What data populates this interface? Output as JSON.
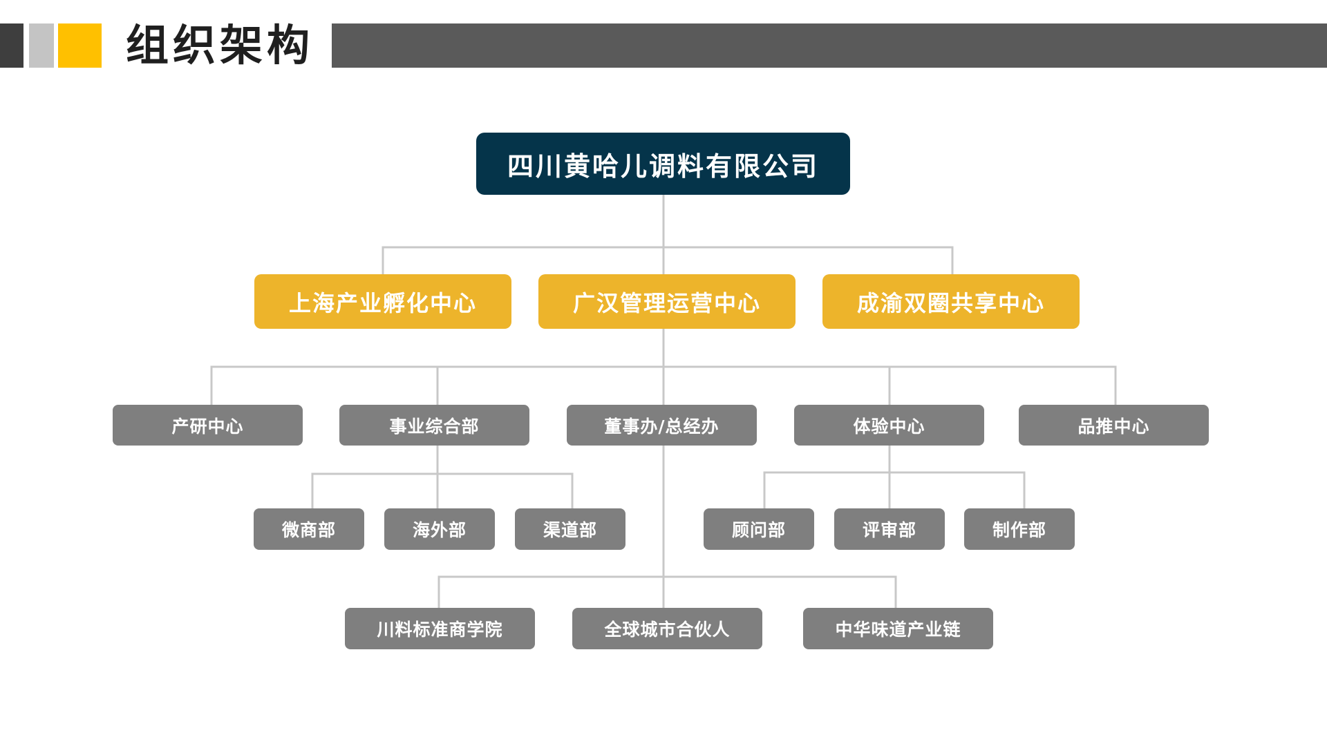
{
  "header": {
    "title": "组织架构"
  },
  "colors": {
    "root_fill": "#05344a",
    "center_fill": "#edb42b",
    "dept_fill": "#7f7f7f",
    "connector": "#c8c8c8",
    "accent": "#ffc000"
  },
  "org": {
    "root": "四川黄哈儿调料有限公司",
    "centers": [
      "上海产业孵化中心",
      "广汉管理运营中心",
      "成渝双圈共享中心"
    ],
    "departments": [
      "产研中心",
      "事业综合部",
      "董事办/总经办",
      "体验中心",
      "品推中心"
    ],
    "business_subs": [
      "微商部",
      "海外部",
      "渠道部"
    ],
    "experience_subs": [
      "顾问部",
      "评审部",
      "制作部"
    ],
    "bottom": [
      "川料标准商学院",
      "全球城市合伙人",
      "中华味道产业链"
    ]
  }
}
